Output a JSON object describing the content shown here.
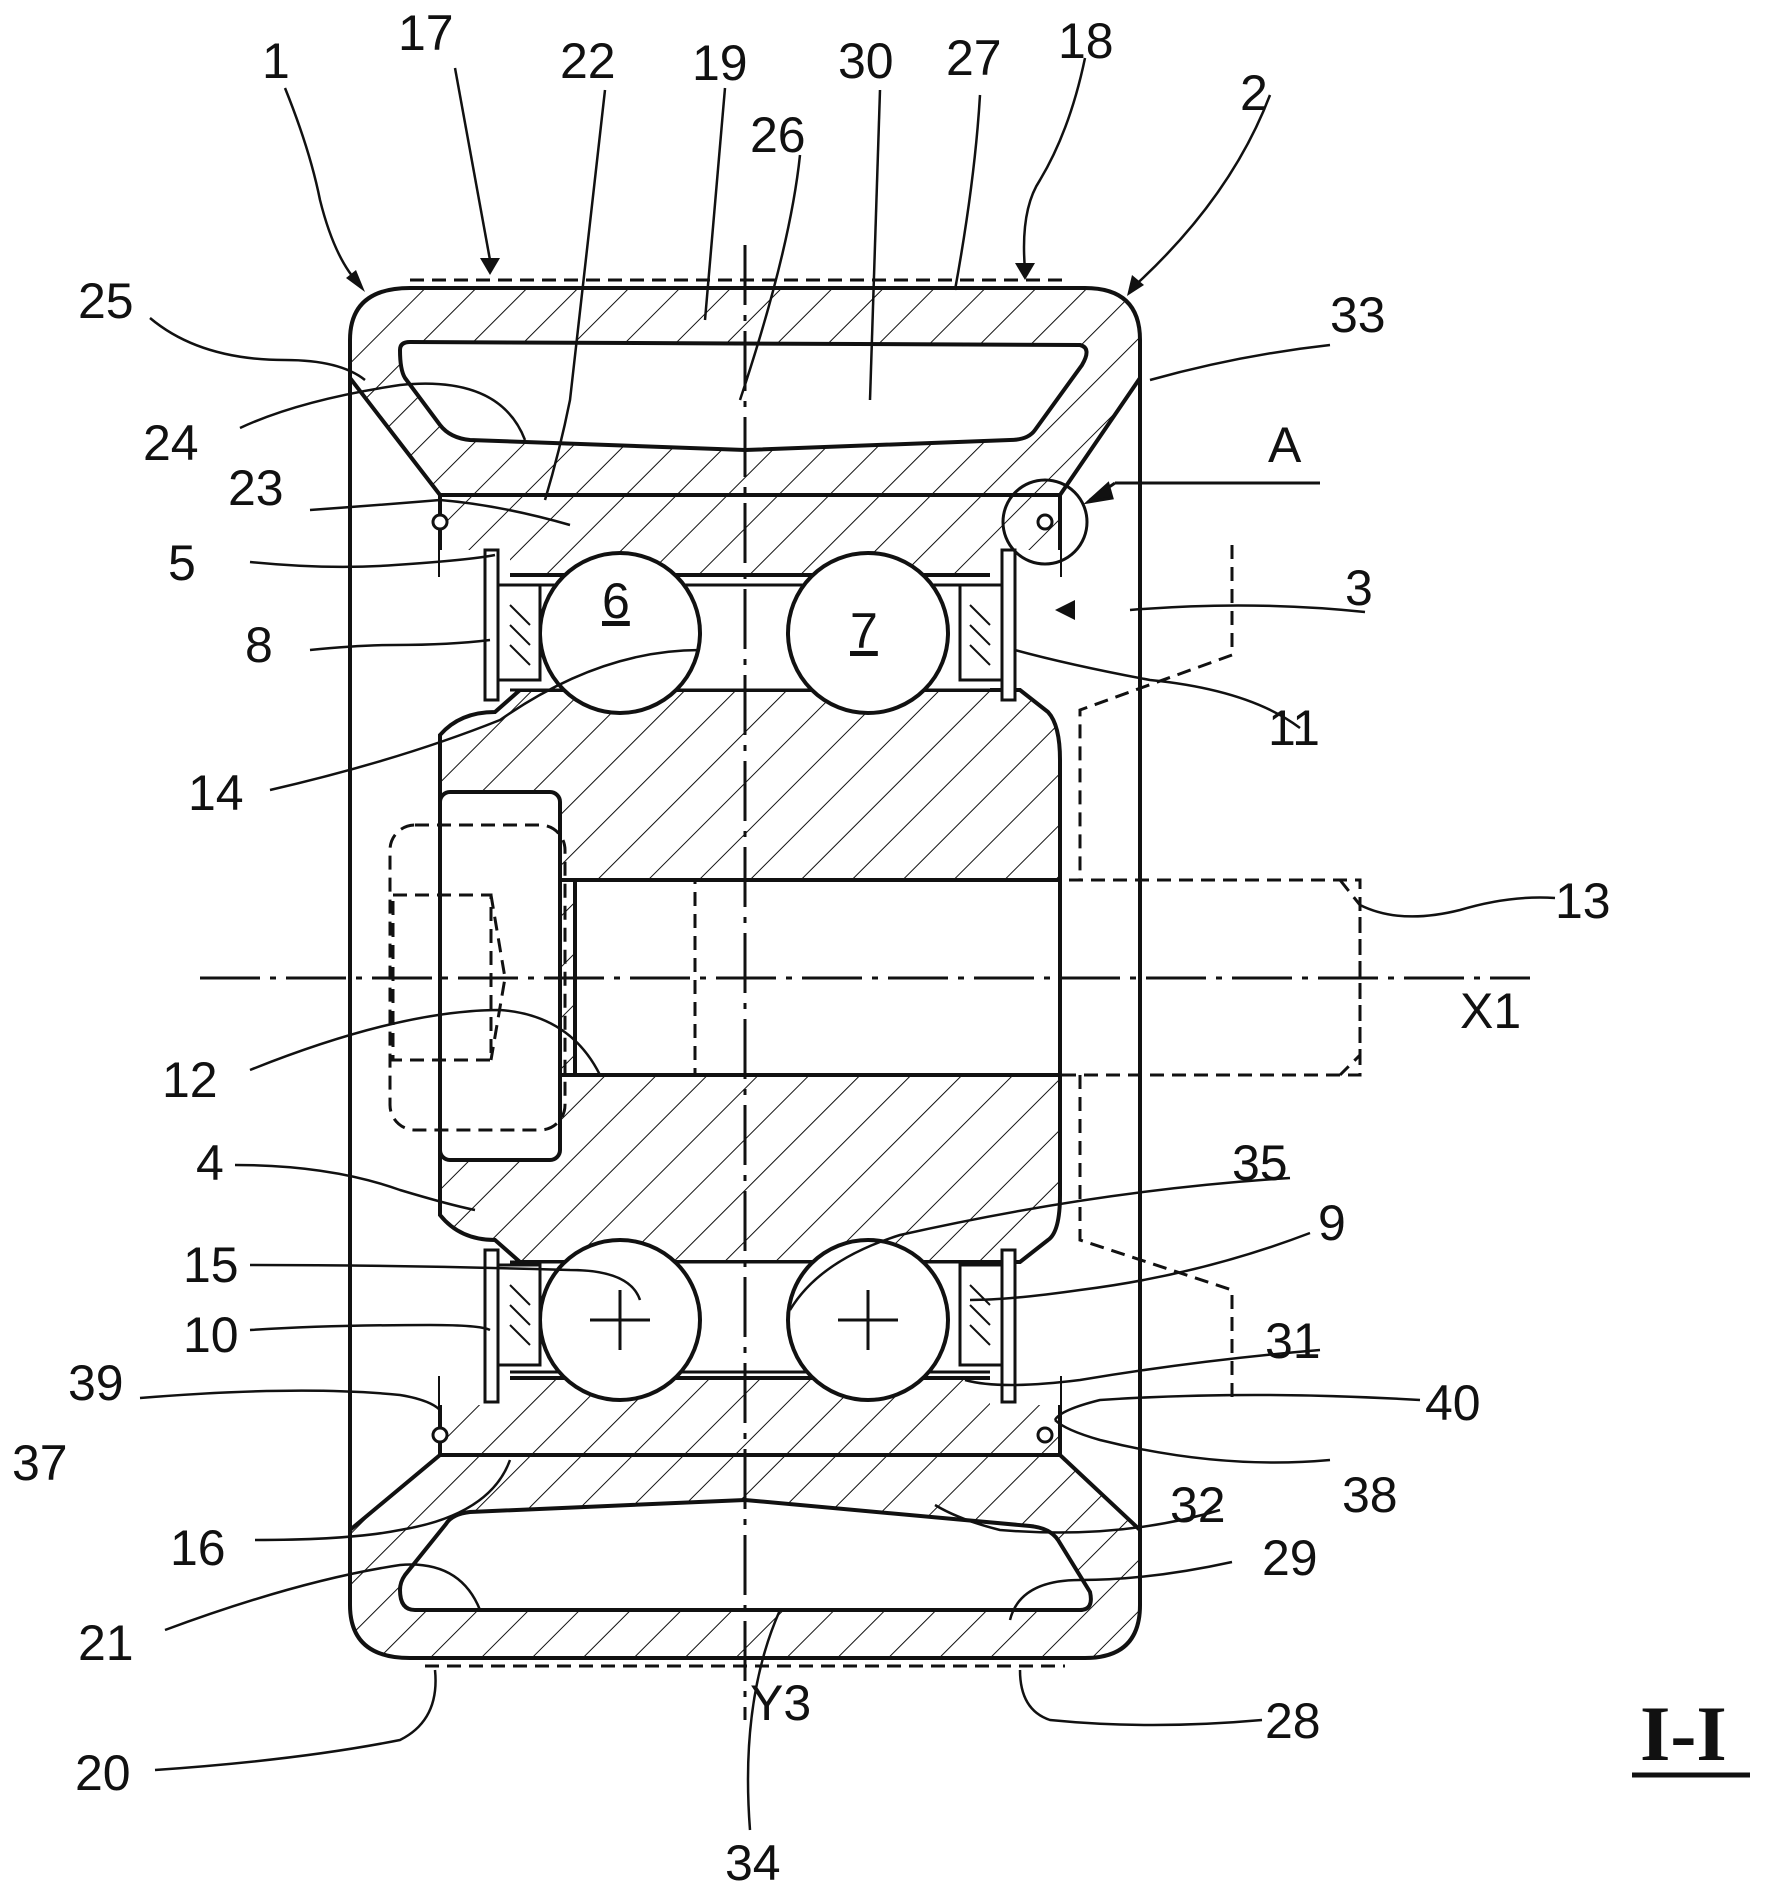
{
  "figure": {
    "section_label": "I-I",
    "ball_6": "6",
    "ball_7": "7",
    "colors": {
      "ink": "#111111",
      "paper": "#ffffff"
    },
    "labels": [
      {
        "id": "1",
        "text": "1"
      },
      {
        "id": "17",
        "text": "17"
      },
      {
        "id": "22",
        "text": "22"
      },
      {
        "id": "19",
        "text": "19"
      },
      {
        "id": "30",
        "text": "30"
      },
      {
        "id": "27",
        "text": "27"
      },
      {
        "id": "18",
        "text": "18"
      },
      {
        "id": "2",
        "text": "2"
      },
      {
        "id": "26",
        "text": "26"
      },
      {
        "id": "25",
        "text": "25"
      },
      {
        "id": "33",
        "text": "33"
      },
      {
        "id": "24",
        "text": "24"
      },
      {
        "id": "A",
        "text": "A"
      },
      {
        "id": "23",
        "text": "23"
      },
      {
        "id": "5",
        "text": "5"
      },
      {
        "id": "3",
        "text": "3"
      },
      {
        "id": "8",
        "text": "8"
      },
      {
        "id": "11",
        "text": "11"
      },
      {
        "id": "14",
        "text": "14"
      },
      {
        "id": "13",
        "text": "13"
      },
      {
        "id": "X1",
        "text": "X1"
      },
      {
        "id": "12",
        "text": "12"
      },
      {
        "id": "35",
        "text": "35"
      },
      {
        "id": "4",
        "text": "4"
      },
      {
        "id": "9",
        "text": "9"
      },
      {
        "id": "15",
        "text": "15"
      },
      {
        "id": "10",
        "text": "10"
      },
      {
        "id": "31",
        "text": "31"
      },
      {
        "id": "39",
        "text": "39"
      },
      {
        "id": "40",
        "text": "40"
      },
      {
        "id": "37",
        "text": "37"
      },
      {
        "id": "38",
        "text": "38"
      },
      {
        "id": "32",
        "text": "32"
      },
      {
        "id": "16",
        "text": "16"
      },
      {
        "id": "29",
        "text": "29"
      },
      {
        "id": "21",
        "text": "21"
      },
      {
        "id": "Y3",
        "text": "Y3"
      },
      {
        "id": "28",
        "text": "28"
      },
      {
        "id": "20",
        "text": "20"
      },
      {
        "id": "34",
        "text": "34"
      }
    ]
  }
}
